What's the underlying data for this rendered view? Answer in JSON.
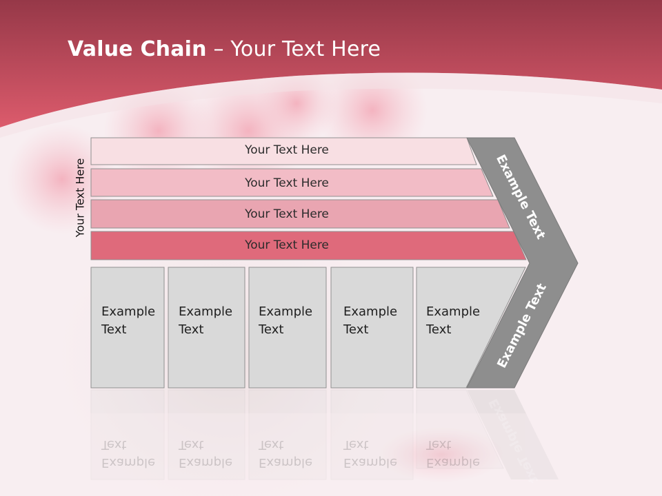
{
  "title": {
    "bold": "Value Chain",
    "rest": " – Your Text Here"
  },
  "vertical_label": "Your Text Here",
  "bars": [
    {
      "label": "Your Text Here",
      "color": "#f8dfe3"
    },
    {
      "label": "Your Text Here",
      "color": "#f2bcc6"
    },
    {
      "label": "Your Text Here",
      "color": "#e9a5b1"
    },
    {
      "label": "Your Text Here",
      "color": "#df6a7b"
    }
  ],
  "boxes": [
    {
      "line1": "Example",
      "line2": "Text"
    },
    {
      "line1": "Example",
      "line2": "Text"
    },
    {
      "line1": "Example",
      "line2": "Text"
    },
    {
      "line1": "Example",
      "line2": "Text"
    },
    {
      "line1": "Example",
      "line2": "Text"
    }
  ],
  "chevron": {
    "upper_label": "Example Text",
    "lower_label": "Example Text",
    "color": "#8e8e8e"
  },
  "colors": {
    "header_top": "#963848",
    "header_bottom": "#dc5b6c",
    "box_fill": "#d9d9d9",
    "box_stroke": "#8f8f8f"
  }
}
